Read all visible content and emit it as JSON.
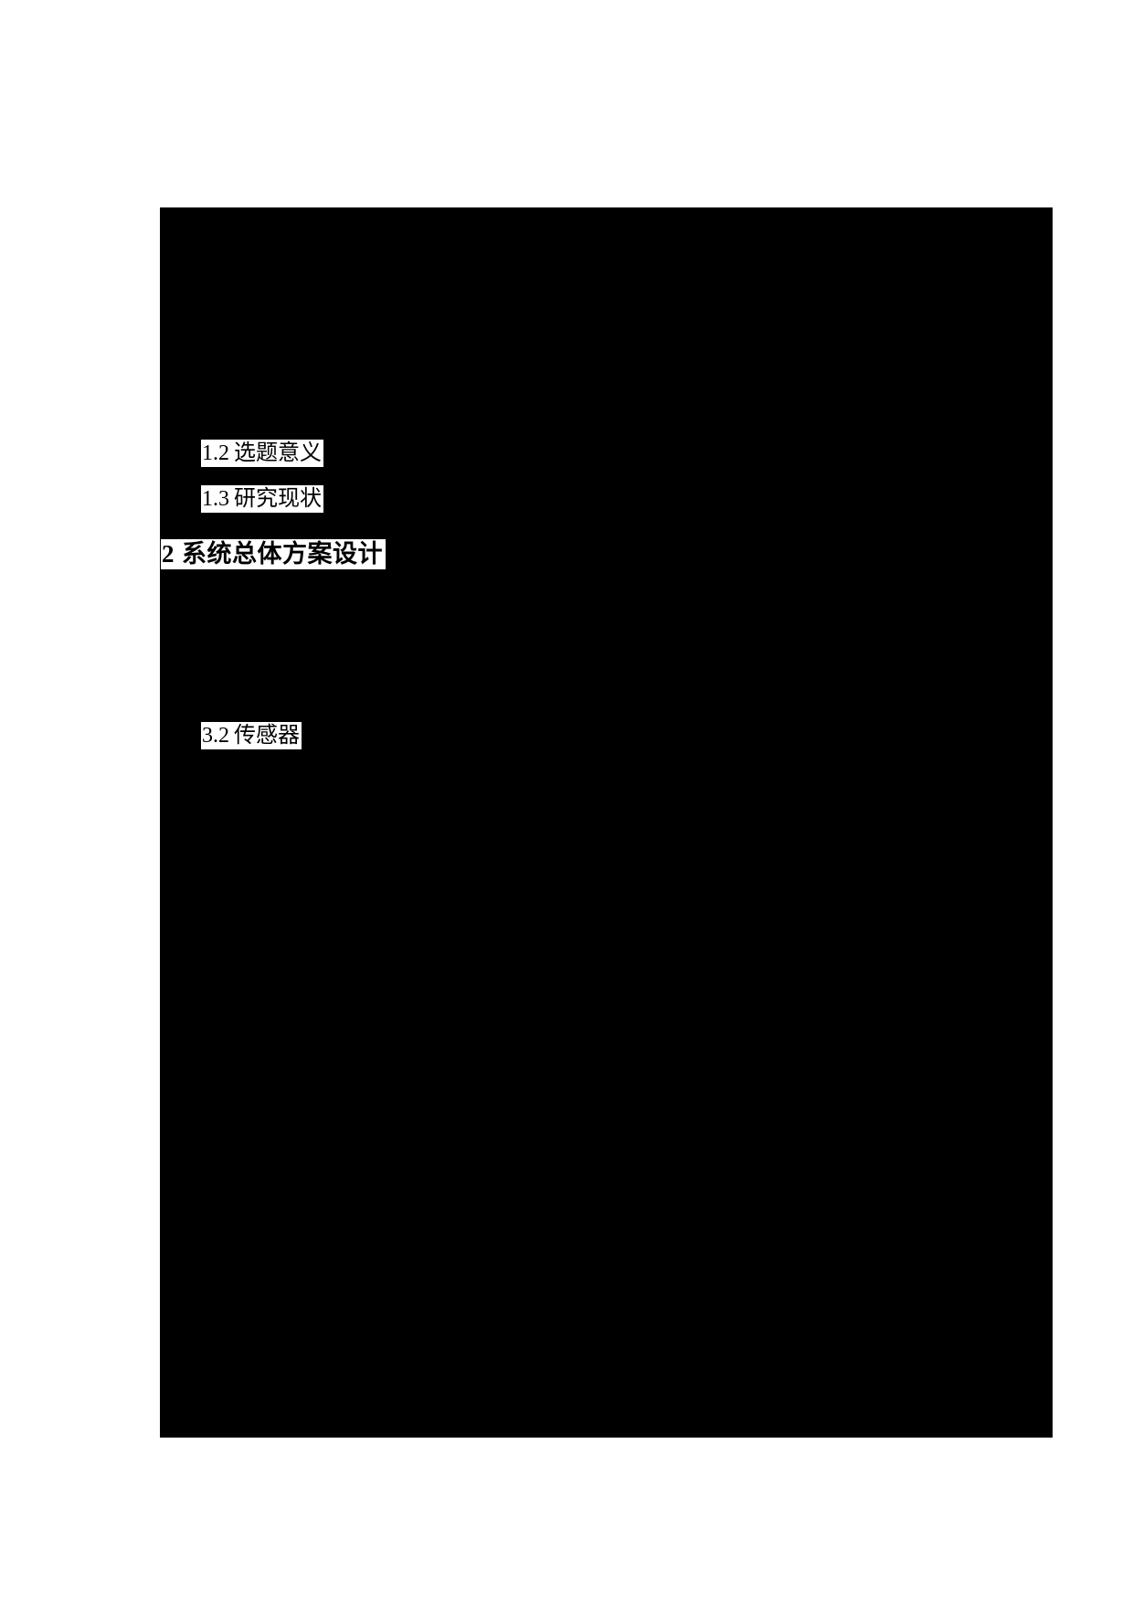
{
  "document": {
    "type": "table-of-contents-page",
    "redaction_color": "#000000",
    "background_color": "#ffffff"
  },
  "toc": {
    "entries": [
      {
        "number": "1.2",
        "title": "选题意义",
        "level": 2
      },
      {
        "number": "1.3",
        "title": "研究现状",
        "level": 2
      },
      {
        "number": "2",
        "title": "系统总体方案设计",
        "level": 1
      },
      {
        "number": "3.2",
        "title": "传感器",
        "level": 2
      }
    ]
  }
}
